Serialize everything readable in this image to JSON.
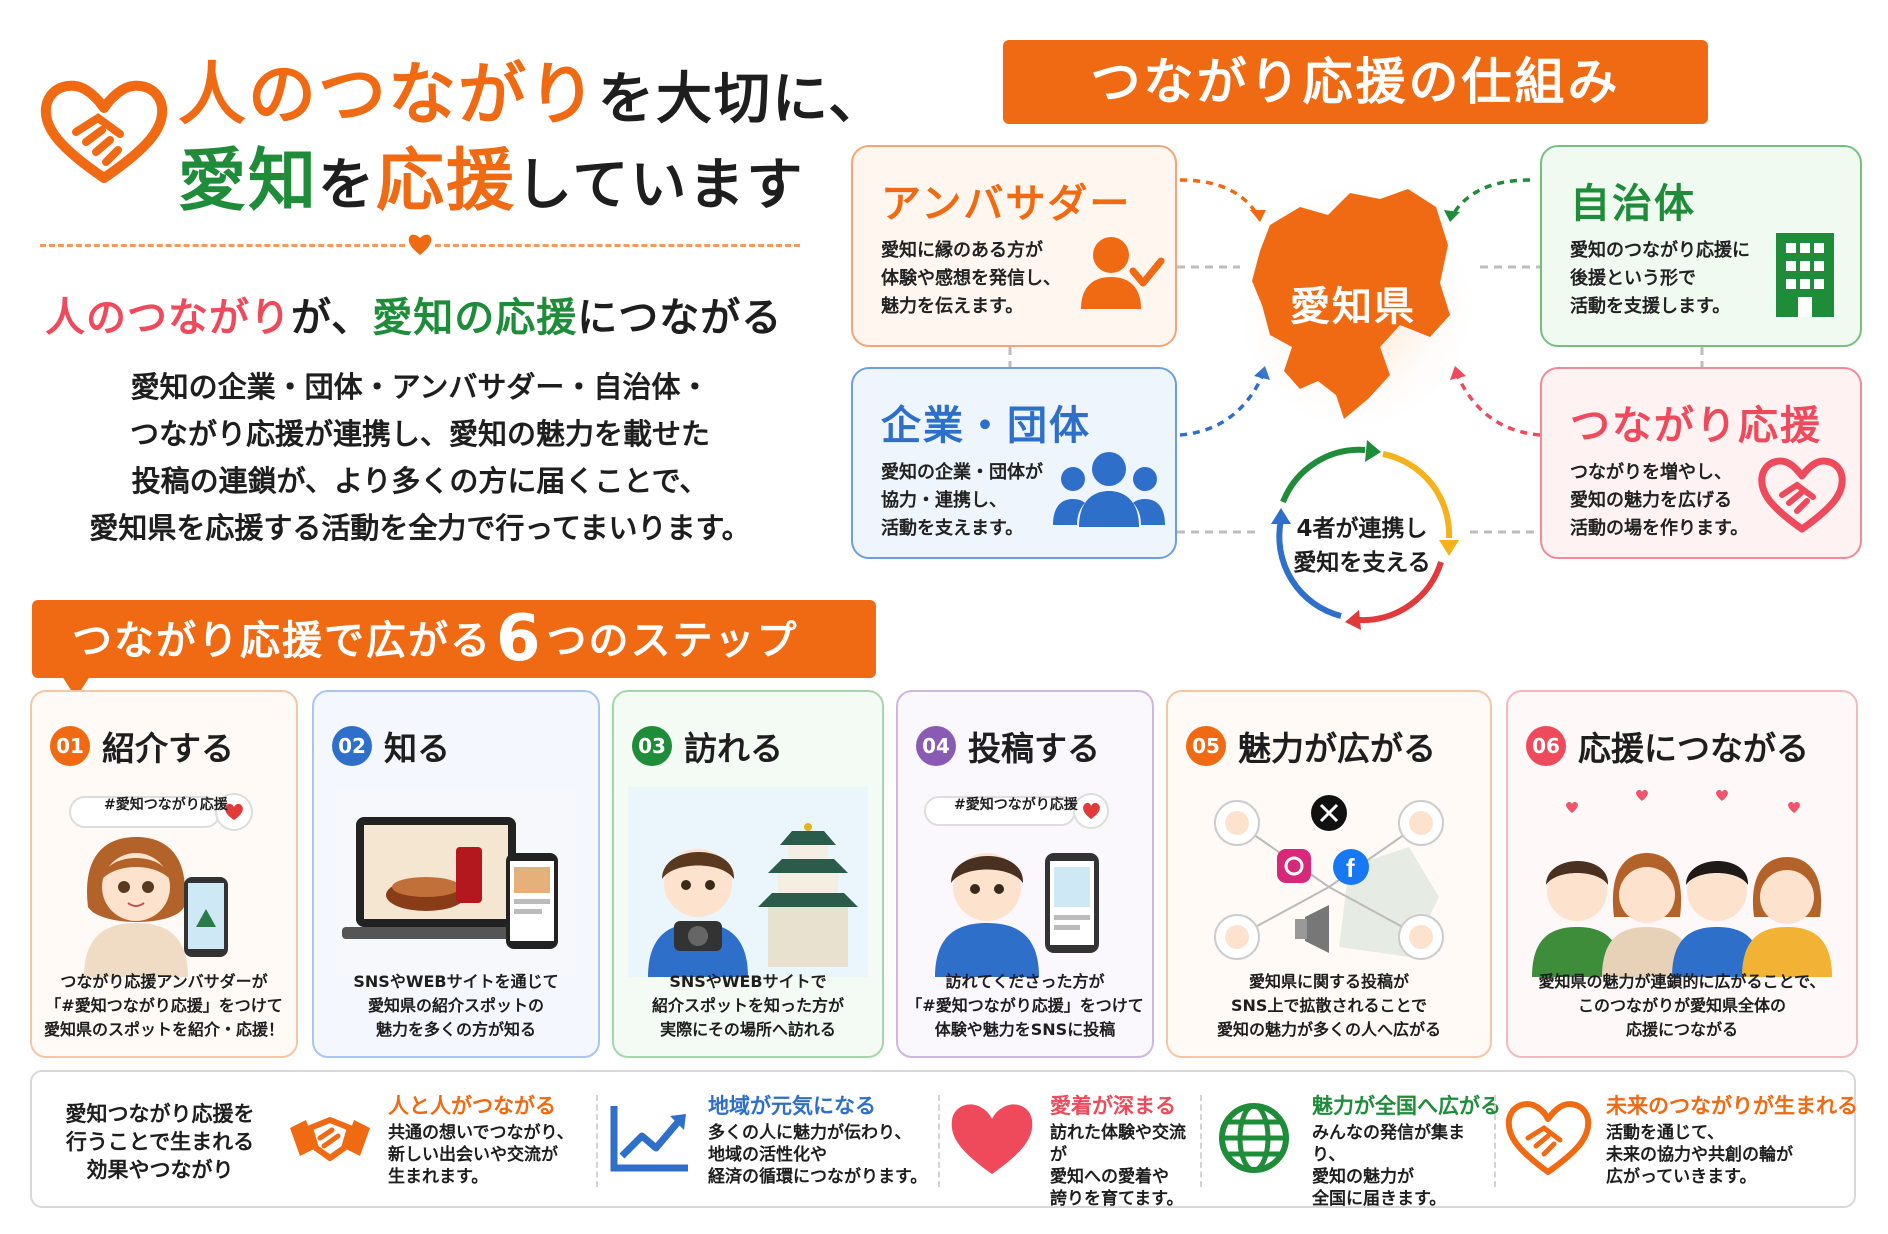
{
  "hero": {
    "title_part1": "人のつながり",
    "title_part2": "を大切に、",
    "title_part3": "愛知",
    "title_part4": "を",
    "title_part5": "応援",
    "title_part6": "しています"
  },
  "tagline": {
    "part1": "人のつながり",
    "part2": "が、",
    "part3": "愛知の応援",
    "part4": "につながる"
  },
  "intro": {
    "line1": "愛知の企業・団体・アンバサダー・自治体・",
    "line2": "つながり応援が連携し、愛知の魅力を載せた",
    "line3": "投稿の連鎖が、より多くの方に届くことで、",
    "line4": "愛知県を応援する活動を全力で行ってまいります。"
  },
  "mechanism": {
    "banner": "つながり応援の仕組み",
    "center": "愛知県",
    "cycle": "4者が連携し\n愛知を支える",
    "cycle_line1": "4者が連携し",
    "cycle_line2": "愛知を支える",
    "ambassador": {
      "title": "アンバサダー",
      "desc": "愛知に縁のある方が\n体験や感想を発信し、\n魅力を伝えます。"
    },
    "government": {
      "title": "自治体",
      "desc": "愛知のつながり応援に\n後援という形で\n活動を支援します。"
    },
    "corporate": {
      "title": "企業・団体",
      "desc": "愛知の企業・団体が\n協力・連携し、\n活動を支えます。"
    },
    "support": {
      "title": "つながり応援",
      "desc": "つながりを増やし、\n愛知の魅力を広げる\n活動の場を作ります。"
    }
  },
  "steps_banner": {
    "pre": "つながり応援で広がる",
    "num": "6",
    "post": "つのステップ"
  },
  "steps": [
    {
      "num": "01",
      "title": "紹介する",
      "tag": "#愛知つながり応援",
      "desc": "つながり応援アンバサダーが\n「#愛知つながり応援」をつけて\n愛知県のスポットを紹介・応援！"
    },
    {
      "num": "02",
      "title": "知る",
      "desc": "SNSやWEBサイトを通じて\n愛知県の紹介スポットの\n魅力を多くの方が知る"
    },
    {
      "num": "03",
      "title": "訪れる",
      "desc": "SNSやWEBサイトで\n紹介スポットを知った方が\n実際にその場所へ訪れる"
    },
    {
      "num": "04",
      "title": "投稿する",
      "tag": "#愛知つながり応援",
      "desc": "訪れてくださった方が\n「#愛知つながり応援」をつけて\n体験や魅力をSNSに投稿"
    },
    {
      "num": "05",
      "title": "魅力が広がる",
      "desc": "愛知県に関する投稿が\nSNS上で拡散されることで\n愛知の魅力が多くの人へ広がる"
    },
    {
      "num": "06",
      "title": "応援につながる",
      "desc": "愛知県の魅力が連鎖的に広がることで、\nこのつながりが愛知県全体の\n応援につながる"
    }
  ],
  "effects_lead": "愛知つながり応援を\n行うことで生まれる\n効果やつながり",
  "effects": [
    {
      "title": "人と人がつながる",
      "desc": "共通の想いでつながり、\n新しい出会いや交流が\n生まれます。",
      "icon": "handshake-icon",
      "color": "#f06a13"
    },
    {
      "title": "地域が元気になる",
      "desc": "多くの人に魅力が伝わり、\n地域の活性化や\n経済の循環につながります。",
      "icon": "trend-chart-icon",
      "color": "#2e6fc9"
    },
    {
      "title": "愛着が深まる",
      "desc": "訪れた体験や交流が\n愛知への愛着や\n誇りを育てます。",
      "icon": "heart-icon",
      "color": "#ee4a5c"
    },
    {
      "title": "魅力が全国へ広がる",
      "desc": "みんなの発信が集まり、\n愛知の魅力が\n全国に届きます。",
      "icon": "globe-icon",
      "color": "#1f8c3a"
    },
    {
      "title": "未来のつながりが生まれる",
      "desc": "活動を通じて、\n未来の協力や共創の輪が\n広がっていきます。",
      "icon": "heart-hands-icon",
      "color": "#f06a13"
    }
  ],
  "colors": {
    "orange": "#f06a13",
    "green": "#1f8c3a",
    "blue": "#2e6fc9",
    "pink": "#ee4a5c",
    "purple": "#8a5bb5"
  }
}
